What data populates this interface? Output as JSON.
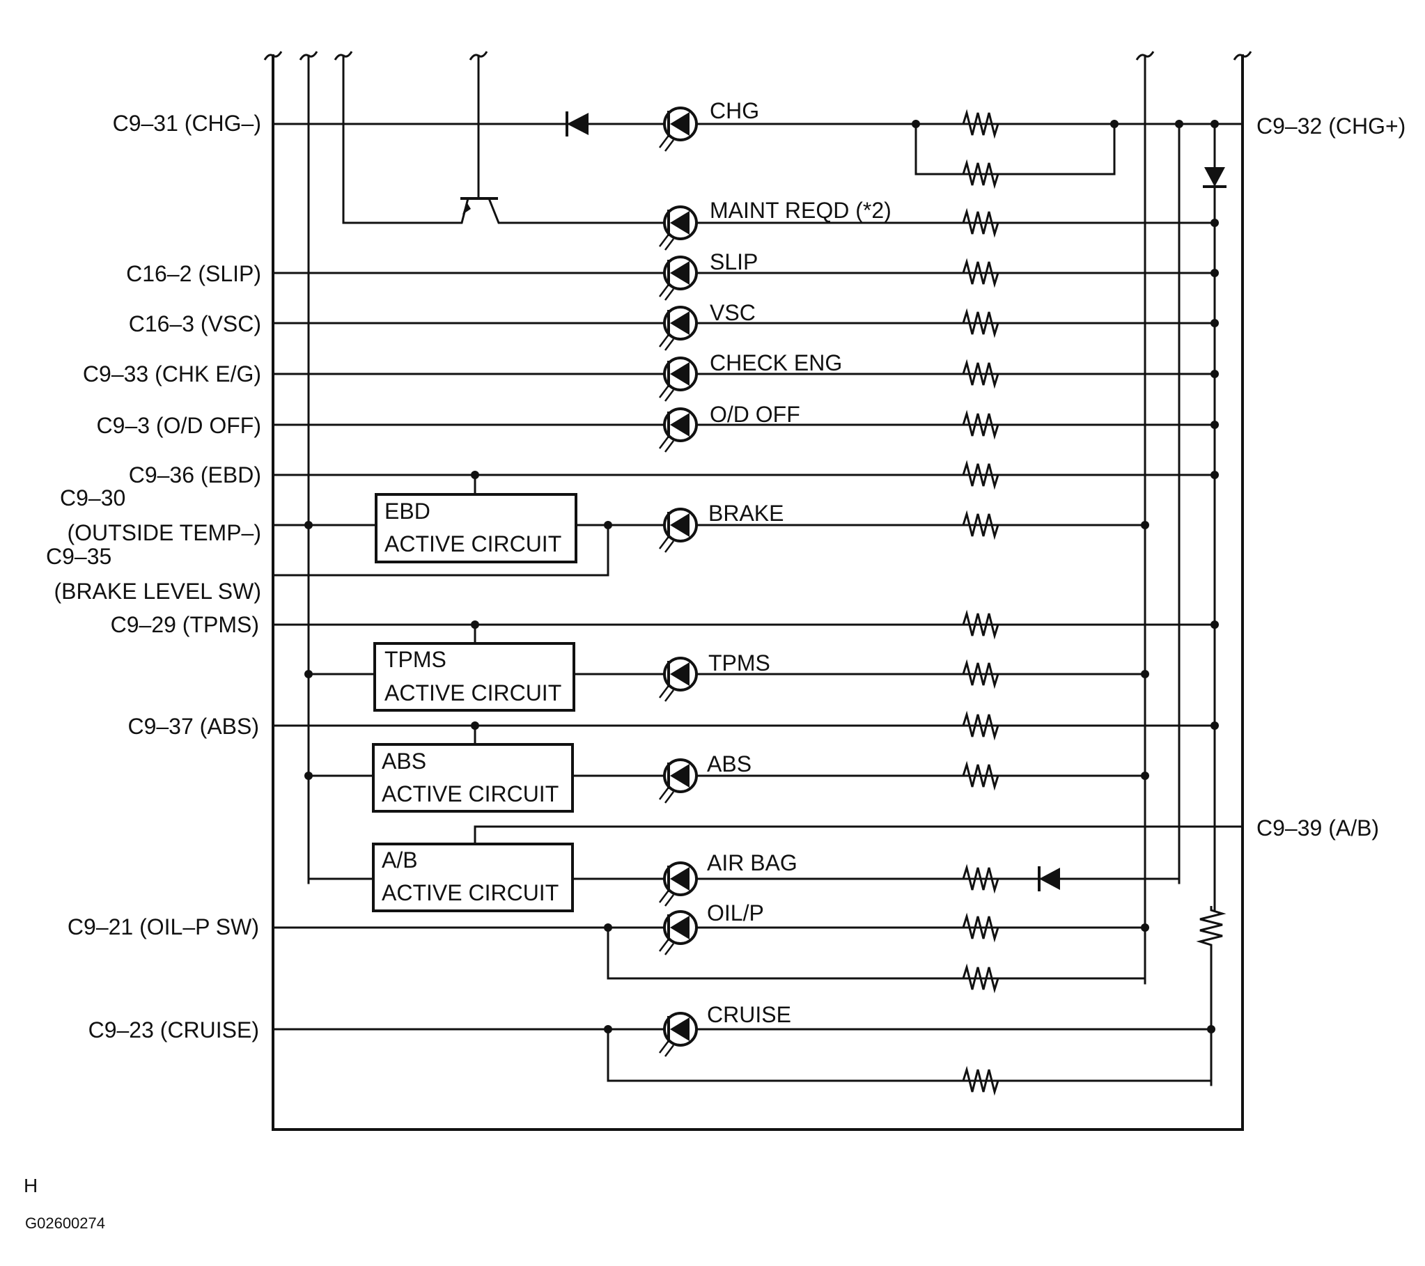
{
  "connectors_left": [
    "C9–31 (CHG–)",
    "C16–2 (SLIP)",
    "C16–3 (VSC)",
    "C9–33 (CHK E/G)",
    "C9–3 (O/D OFF)",
    "C9–36 (EBD)",
    "C9–30",
    "(OUTSIDE TEMP–)",
    "C9–35",
    "(BRAKE LEVEL SW)",
    "C9–29 (TPMS)",
    "C9–37 (ABS)",
    "C9–21 (OIL–P SW)",
    "C9–23 (CRUISE)"
  ],
  "connectors_right": [
    "C9–32 (CHG+)",
    "C9–39 (A/B)"
  ],
  "lamps": [
    "CHG",
    "MAINT REQD (*2)",
    "SLIP",
    "VSC",
    "CHECK ENG",
    "O/D OFF",
    "BRAKE",
    "TPMS",
    "ABS",
    "AIR BAG",
    "OIL/P",
    "CRUISE"
  ],
  "circuits": [
    {
      "title": "EBD",
      "subtitle": "ACTIVE CIRCUIT"
    },
    {
      "title": "TPMS",
      "subtitle": "ACTIVE CIRCUIT"
    },
    {
      "title": "ABS",
      "subtitle": "ACTIVE CIRCUIT"
    },
    {
      "title": "A/B",
      "subtitle": "ACTIVE CIRCUIT"
    }
  ],
  "footer": {
    "letter": "H",
    "code": "G02600274"
  }
}
